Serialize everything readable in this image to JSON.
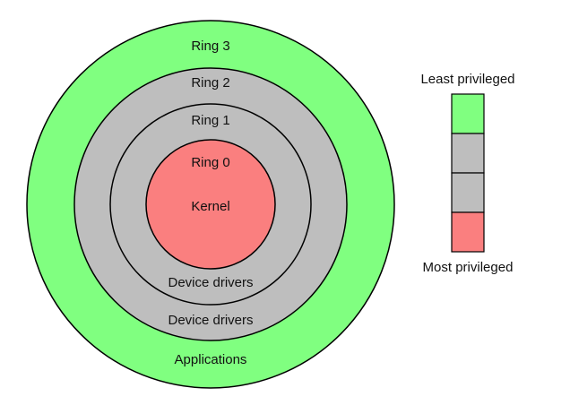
{
  "colors": {
    "ring3": "#80ff80",
    "ring2": "#bebebe",
    "ring1": "#bebebe",
    "ring0": "#fa7f7f",
    "stroke": "#000000"
  },
  "rings": {
    "ring3": {
      "label": "Ring 3",
      "sublabel": "Applications"
    },
    "ring2": {
      "label": "Ring 2",
      "sublabel": "Device drivers"
    },
    "ring1": {
      "label": "Ring 1",
      "sublabel": "Device drivers"
    },
    "ring0": {
      "label": "Ring 0",
      "sublabel": "Kernel"
    }
  },
  "legend": {
    "top_label": "Least privileged",
    "bottom_label": "Most privileged",
    "segments": [
      {
        "ring": "Ring 3",
        "color": "#80ff80"
      },
      {
        "ring": "Ring 2",
        "color": "#bebebe"
      },
      {
        "ring": "Ring 1",
        "color": "#bebebe"
      },
      {
        "ring": "Ring 0",
        "color": "#fa7f7f"
      }
    ]
  }
}
